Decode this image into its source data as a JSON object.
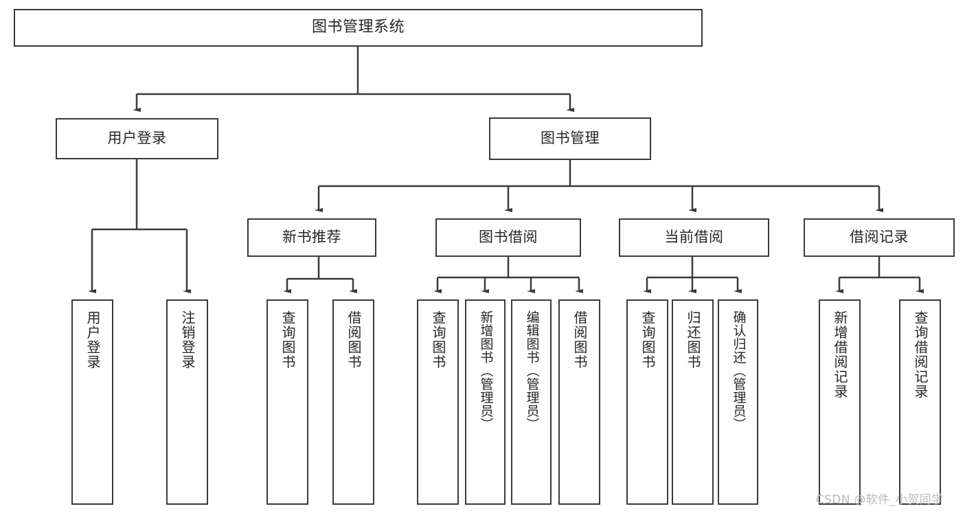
{
  "diagram": {
    "title": "图书管理系统",
    "type": "tree",
    "watermark": "CSDN @软件_小贺同学",
    "colors": {
      "stroke": "#3a3a3a",
      "fill": "#ffffff",
      "text": "#262626",
      "watermark": "#b9b9b9"
    },
    "levels": {
      "root": {
        "label": "图书管理系统"
      },
      "level1": [
        {
          "id": "user-login",
          "label": "用户登录"
        },
        {
          "id": "book-manage",
          "label": "图书管理"
        }
      ],
      "level2": [
        {
          "id": "new-book-rec",
          "label": "新书推荐",
          "parent": "book-manage"
        },
        {
          "id": "book-borrow",
          "label": "图书借阅",
          "parent": "book-manage"
        },
        {
          "id": "current-borrow",
          "label": "当前借阅",
          "parent": "book-manage"
        },
        {
          "id": "borrow-record",
          "label": "借阅记录",
          "parent": "book-manage"
        }
      ],
      "leaves": [
        {
          "id": "leaf-user-login",
          "label": "用户登录",
          "parent": "user-login"
        },
        {
          "id": "leaf-logout",
          "label": "注销登录",
          "parent": "user-login"
        },
        {
          "id": "leaf-query-book-1",
          "label": "查询图书",
          "parent": "new-book-rec"
        },
        {
          "id": "leaf-borrow-book-1",
          "label": "借阅图书",
          "parent": "new-book-rec"
        },
        {
          "id": "leaf-query-book-2",
          "label": "查询图书",
          "parent": "book-borrow"
        },
        {
          "id": "leaf-add-book",
          "label": "新增图书（管理员）",
          "parent": "book-borrow"
        },
        {
          "id": "leaf-edit-book",
          "label": "编辑图书（管理员）",
          "parent": "book-borrow"
        },
        {
          "id": "leaf-borrow-book-2",
          "label": "借阅图书",
          "parent": "book-borrow"
        },
        {
          "id": "leaf-query-book-3",
          "label": "查询图书",
          "parent": "current-borrow"
        },
        {
          "id": "leaf-return-book",
          "label": "归还图书",
          "parent": "current-borrow"
        },
        {
          "id": "leaf-confirm-return",
          "label": "确认归还（管理员）",
          "parent": "current-borrow"
        },
        {
          "id": "leaf-add-record",
          "label": "新增借阅记录",
          "parent": "borrow-record"
        },
        {
          "id": "leaf-query-record",
          "label": "查询借阅记录",
          "parent": "borrow-record"
        }
      ]
    }
  }
}
